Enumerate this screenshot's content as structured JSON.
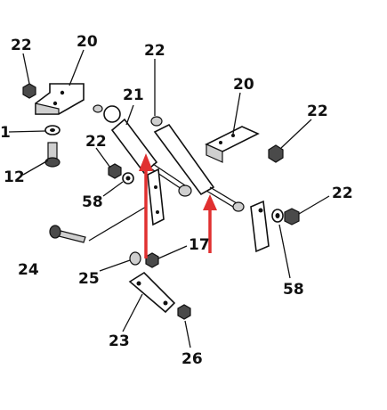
{
  "diagram": {
    "callouts": {
      "c22a": "22",
      "c20a": "20",
      "c22b": "22",
      "c21": "21",
      "c20b": "20",
      "c22c": "22",
      "c1": "1",
      "c22d": "22",
      "c12": "12",
      "c58a": "58",
      "c22e": "22",
      "c17": "17",
      "c24": "24",
      "c25": "25",
      "c58b": "58",
      "c23": "23",
      "c26": "26"
    },
    "colors": {
      "line": "#111111",
      "arrow": "#e03030",
      "shade": "#cfcfcf"
    }
  }
}
